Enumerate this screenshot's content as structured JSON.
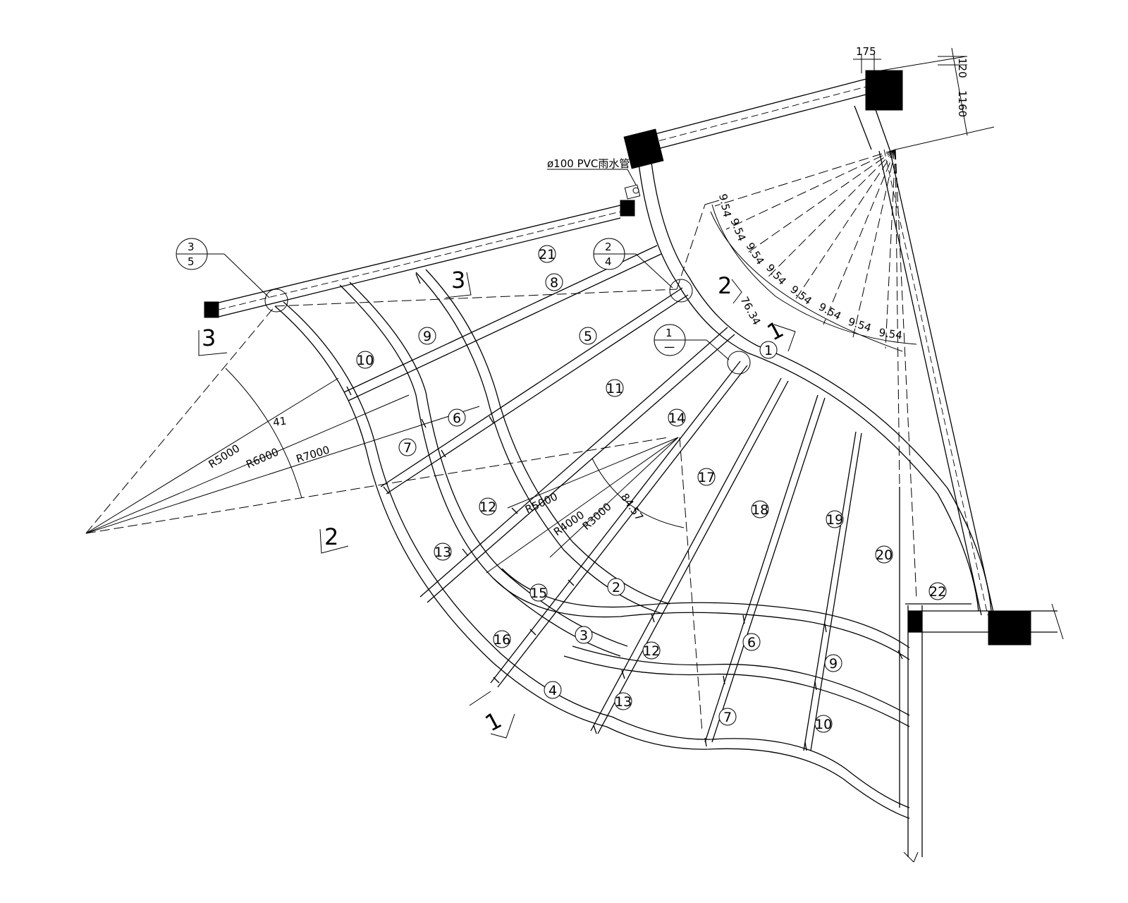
{
  "note": "ø100 PVC雨水管",
  "dimensions": {
    "top_width": "175",
    "right_a": "120",
    "right_b": "1160",
    "arc_angle": "76.34",
    "angle_step": "9.54",
    "left_angle": "41",
    "r5000": "R5000",
    "r6000": "R6000",
    "r7000": "R7000",
    "rr5000": "R5000",
    "rr4000": "R4000",
    "rr3000": "R3000",
    "inner_angle": "84.57"
  },
  "detail_refs": [
    {
      "top": "3",
      "bottom": "5"
    },
    {
      "top": "2",
      "bottom": "4"
    },
    {
      "top": "1",
      "bottom": "一"
    }
  ],
  "section_marks": [
    "3",
    "3",
    "2",
    "2",
    "1",
    "1"
  ],
  "slab_labels": [
    "21",
    "8",
    "9",
    "10",
    "5",
    "11",
    "6",
    "7",
    "14",
    "17",
    "18",
    "19",
    "20",
    "22",
    "12",
    "13",
    "15",
    "16",
    "2",
    "3",
    "4",
    "12",
    "13",
    "6",
    "9",
    "7",
    "10",
    "1"
  ]
}
